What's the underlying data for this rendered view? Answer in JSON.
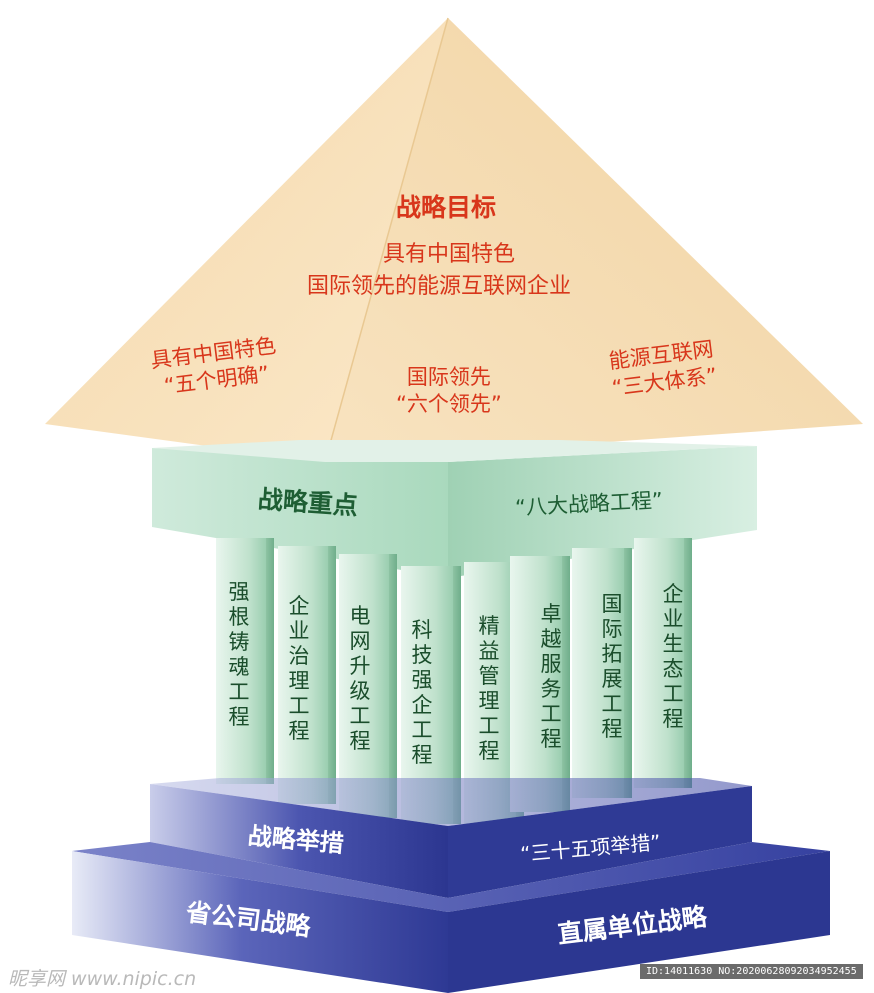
{
  "roof": {
    "title": "战略目标",
    "goal_line1": "具有中国特色",
    "goal_line2": "国际领先的能源互联网企业",
    "left_line1": "具有中国特色",
    "left_line2": "“五个明确”",
    "center_line1": "国际领先",
    "center_line2": "“六个领先”",
    "right_line1": "能源互联网",
    "right_line2": "“三大体系”"
  },
  "beam": {
    "title": "战略重点",
    "subtitle": "“八大战略工程”"
  },
  "pillars": [
    "强根铸魂工程",
    "企业治理工程",
    "电网升级工程",
    "科技强企工程",
    "精益管理工程",
    "卓越服务工程",
    "国际拓展工程",
    "企业生态工程"
  ],
  "upper_base": {
    "title": "战略举措",
    "subtitle": "“三十五项举措”"
  },
  "lower_base": {
    "left_title": "省公司战略",
    "right_title": "直属单位战略"
  },
  "watermark": "昵享网 www.nipic.cn",
  "image_id": "ID:14011630 NO:20200628092034952455",
  "colors": {
    "roof": "#f7dcb0",
    "roof_text": "#d8361b",
    "beam": "#bfe3cd",
    "beam_text": "#1e5e34",
    "base": "#3f4aa8"
  }
}
